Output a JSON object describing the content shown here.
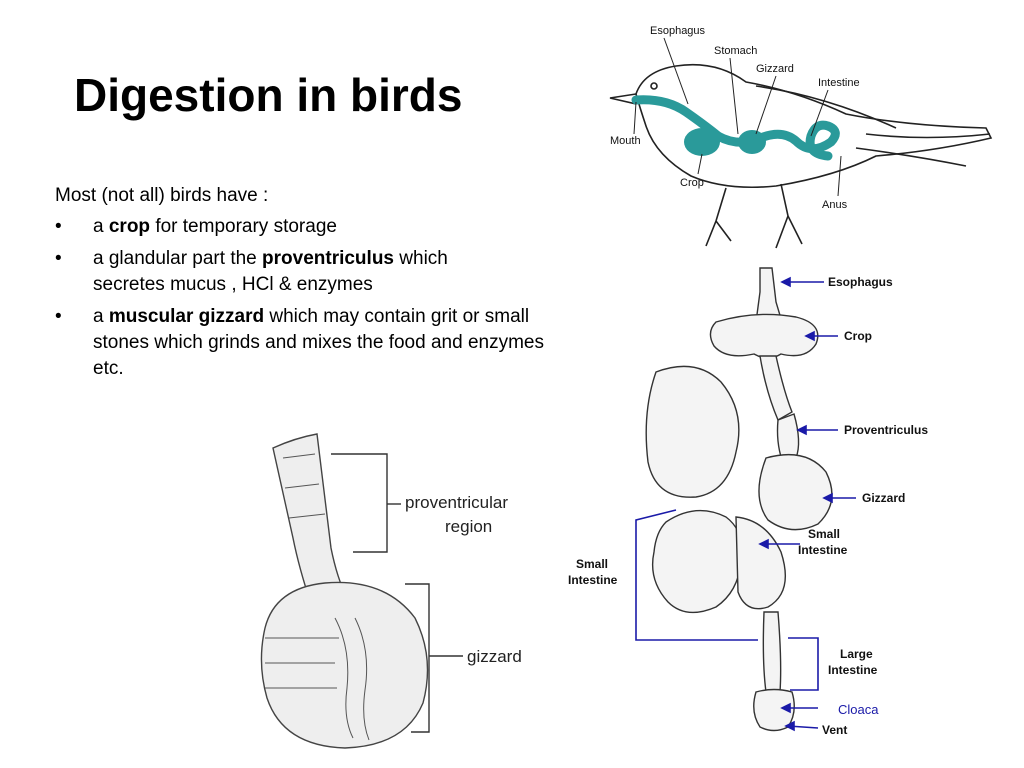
{
  "slide": {
    "title": "Digestion in birds",
    "intro": "Most (not all) birds have :",
    "bullets": [
      {
        "bullet": "•",
        "before": "a ",
        "bold": "crop",
        "after": "  for temporary storage",
        "after2": ""
      },
      {
        "bullet": "•",
        "before": "a glandular part  the ",
        "bold": "proventriculus",
        "after": " which",
        "after2": "secretes mucus , HCl & enzymes"
      },
      {
        "bullet": "•",
        "before": "a ",
        "bold": "muscular gizzard",
        "after": " which may contain grit or",
        "after2": "small stones  which grinds and mixes the food and enzymes etc."
      }
    ]
  },
  "bird_diagram": {
    "labels": {
      "esophagus": "Esophagus",
      "stomach": "Stomach",
      "gizzard": "Gizzard",
      "intestine": "Intestine",
      "mouth": "Mouth",
      "crop": "Crop",
      "anus": "Anus"
    },
    "colors": {
      "tract": "#2a9a9a",
      "outline": "#222222"
    }
  },
  "tract_diagram": {
    "labels": {
      "esophagus": "Esophagus",
      "crop": "Crop",
      "proventriculus": "Proventriculus",
      "gizzard": "Gizzard",
      "small_intestine_right_1": "Small",
      "small_intestine_right_2": "Intestine",
      "small_intestine_left_1": "Small",
      "small_intestine_left_2": "Intestine",
      "large_intestine_1": "Large",
      "large_intestine_2": "Intestine",
      "cloaca": "Cloaca",
      "vent": "Vent"
    },
    "colors": {
      "arrow": "#1a1aa8",
      "bracket": "#1a1aa8",
      "cloaca_text": "#1a1aa8"
    }
  },
  "gizzard_diagram": {
    "labels": {
      "proventricular_1": "proventricular",
      "proventricular_2": "region",
      "gizzard": "gizzard"
    }
  }
}
